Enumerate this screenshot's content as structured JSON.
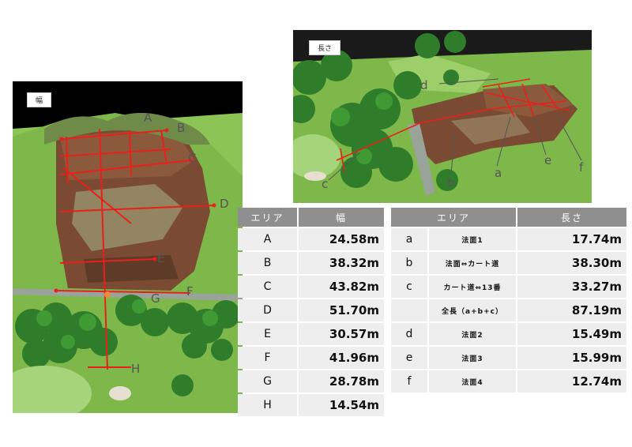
{
  "left_photo": {
    "label": "幅",
    "markers": [
      "A",
      "B",
      "C",
      "D",
      "E",
      "F",
      "G",
      "H"
    ]
  },
  "right_photo": {
    "label": "長さ",
    "markers": [
      "d",
      "b",
      "c",
      "a",
      "e",
      "f"
    ]
  },
  "width_table": {
    "headers": [
      "エリア",
      "幅"
    ],
    "rows": [
      {
        "area": "A",
        "value": "24.58m"
      },
      {
        "area": "B",
        "value": "38.32m"
      },
      {
        "area": "C",
        "value": "43.82m"
      },
      {
        "area": "D",
        "value": "51.70m"
      },
      {
        "area": "E",
        "value": "30.57m"
      },
      {
        "area": "F",
        "value": "41.96m"
      },
      {
        "area": "G",
        "value": "28.78m"
      },
      {
        "area": "H",
        "value": "14.54m"
      }
    ]
  },
  "length_table": {
    "headers": [
      "エリア",
      "長さ"
    ],
    "rows": [
      {
        "key": "a",
        "name": "法面1",
        "value": "17.74m"
      },
      {
        "key": "b",
        "name": "法面⇔カート道",
        "value": "38.30m"
      },
      {
        "key": "c",
        "name": "カート道⇔13番",
        "value": "33.27m"
      },
      {
        "key": "",
        "name": "全長（a+b+c）",
        "value": "87.19m"
      },
      {
        "key": "d",
        "name": "法面2",
        "value": "15.49m"
      },
      {
        "key": "e",
        "name": "法面3",
        "value": "15.99m"
      },
      {
        "key": "f",
        "name": "法面4",
        "value": "12.74m"
      }
    ]
  },
  "colors": {
    "measure_line": "#e8201c",
    "grass": "#7fb84a",
    "soil": "#7a4a32",
    "tree": "#2f7d2a",
    "header_bg": "#8f8f8f",
    "cell_bg": "#eeeeee"
  }
}
